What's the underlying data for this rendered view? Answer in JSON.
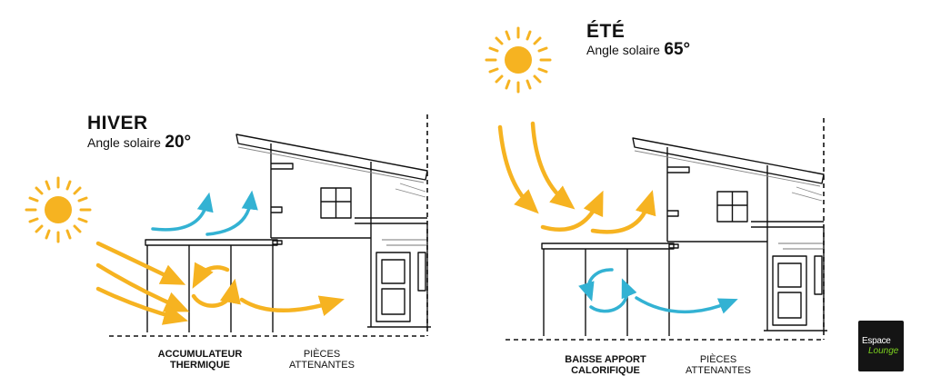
{
  "colors": {
    "sun": "#f6b321",
    "warm_arrow": "#f6b321",
    "cool_arrow": "#33b2d3",
    "line": "#111111",
    "logo_bg": "#141414",
    "logo_accent": "#7dd31f"
  },
  "winter": {
    "title": "HIVER",
    "angle_label": "Angle solaire",
    "angle_value": "20°",
    "caption_main": [
      "ACCUMULATEUR",
      "THERMIQUE"
    ],
    "caption_side": [
      "PIÈCES",
      "ATTENANTES"
    ]
  },
  "summer": {
    "title": "ÉTÉ",
    "angle_label": "Angle solaire",
    "angle_value": "65°",
    "caption_main": [
      "BAISSE APPORT",
      "CALORIFIQUE"
    ],
    "caption_side": [
      "PIÈCES",
      "ATTENANTES"
    ]
  },
  "logo": {
    "line1": "Espace",
    "line2": "Lounge"
  }
}
